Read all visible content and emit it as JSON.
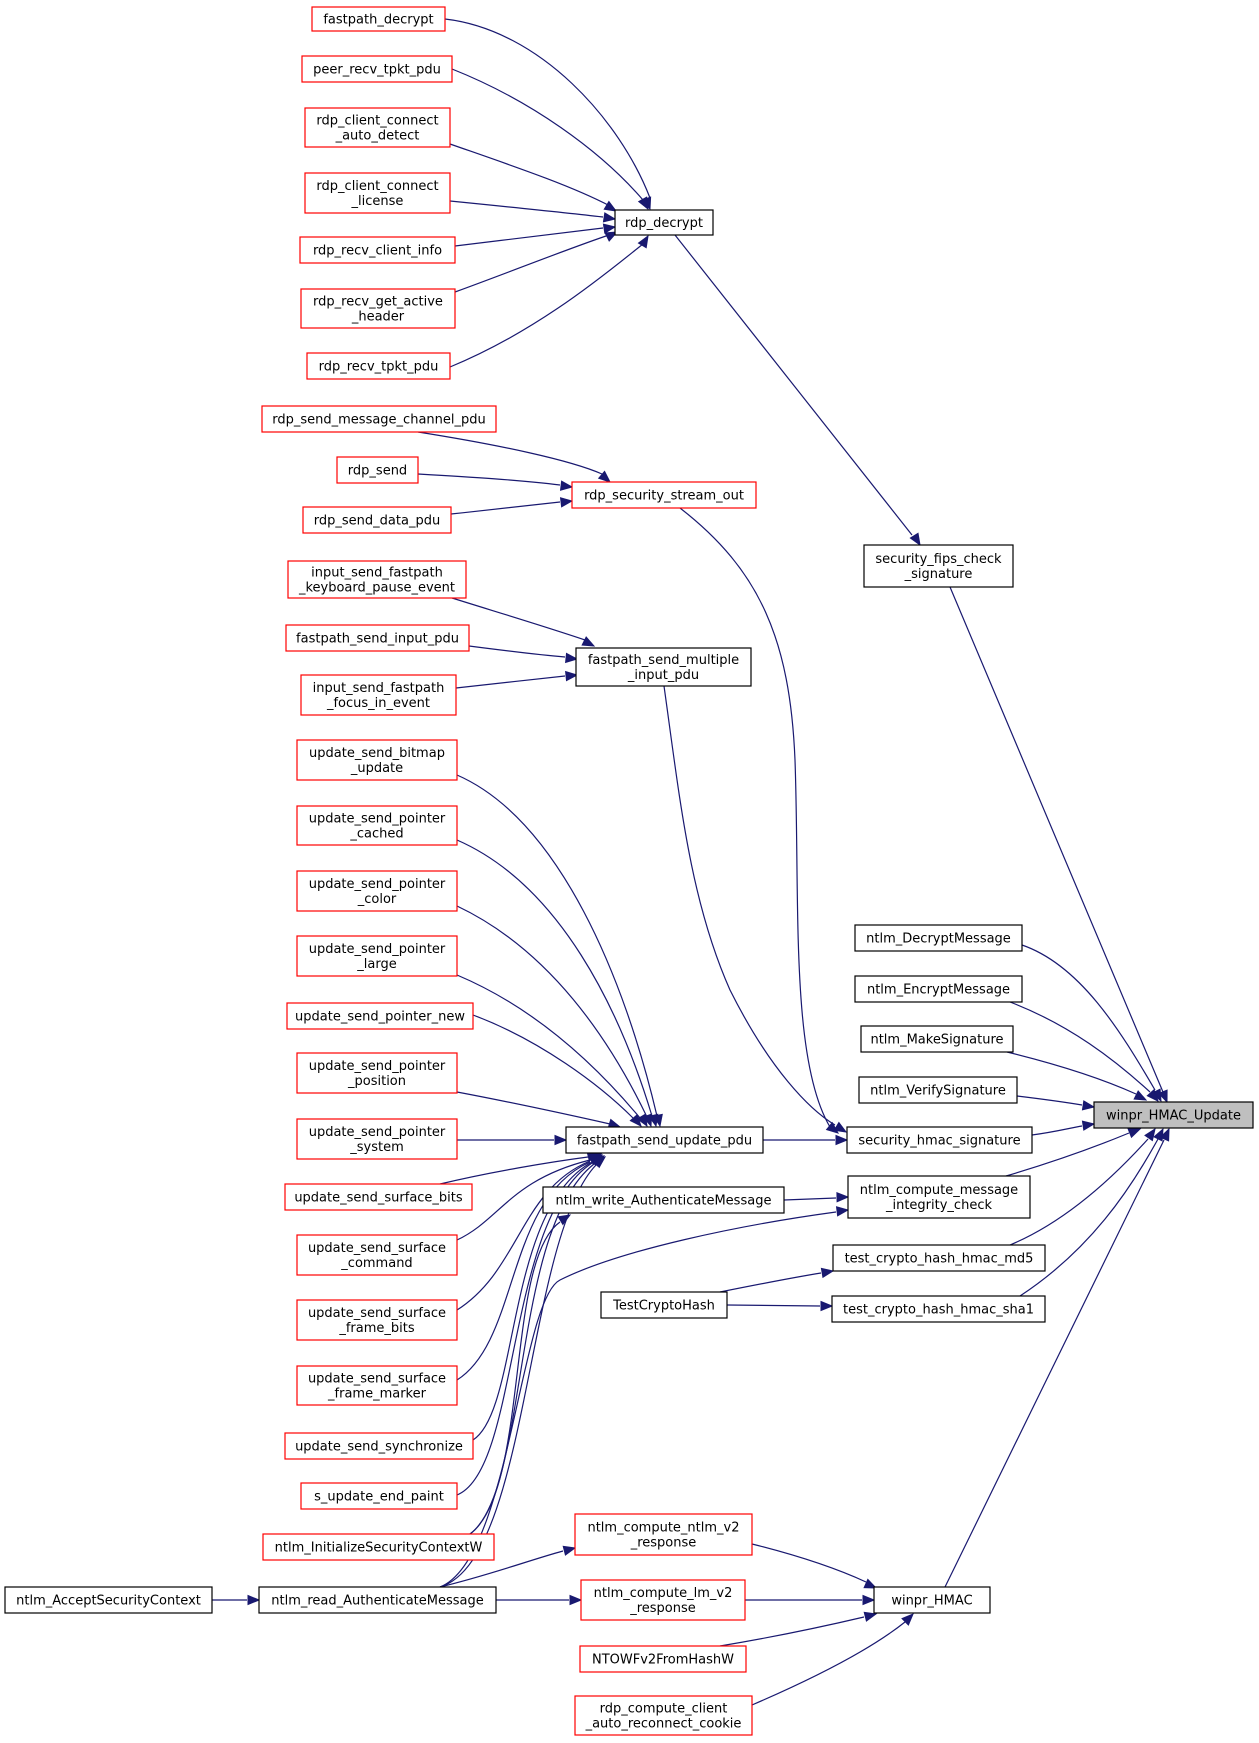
{
  "title": "winpr_HMAC_Update",
  "colors": {
    "edge": "#191970",
    "truncated_border": "#ff0000",
    "normal_border": "#000000",
    "focus_fill": "#bfbfbf"
  },
  "nodes": [
    {
      "id": "fastpath_decrypt",
      "lines": [
        "fastpath_decrypt"
      ],
      "style": "red"
    },
    {
      "id": "peer_recv_tpkt_pdu",
      "lines": [
        "peer_recv_tpkt_pdu"
      ],
      "style": "red"
    },
    {
      "id": "rdp_client_connect_auto_detect",
      "lines": [
        "rdp_client_connect",
        "_auto_detect"
      ],
      "style": "red"
    },
    {
      "id": "rdp_client_connect_license",
      "lines": [
        "rdp_client_connect",
        "_license"
      ],
      "style": "red"
    },
    {
      "id": "rdp_recv_client_info",
      "lines": [
        "rdp_recv_client_info"
      ],
      "style": "red"
    },
    {
      "id": "rdp_recv_get_active_header",
      "lines": [
        "rdp_recv_get_active",
        "_header"
      ],
      "style": "red"
    },
    {
      "id": "rdp_recv_tpkt_pdu",
      "lines": [
        "rdp_recv_tpkt_pdu"
      ],
      "style": "red"
    },
    {
      "id": "rdp_decrypt",
      "lines": [
        "rdp_decrypt"
      ],
      "style": "black"
    },
    {
      "id": "rdp_send_message_channel_pdu",
      "lines": [
        "rdp_send_message_channel_pdu"
      ],
      "style": "red"
    },
    {
      "id": "rdp_send",
      "lines": [
        "rdp_send"
      ],
      "style": "red"
    },
    {
      "id": "rdp_send_data_pdu",
      "lines": [
        "rdp_send_data_pdu"
      ],
      "style": "red"
    },
    {
      "id": "rdp_security_stream_out",
      "lines": [
        "rdp_security_stream_out"
      ],
      "style": "red"
    },
    {
      "id": "security_fips_check_signature",
      "lines": [
        "security_fips_check",
        "_signature"
      ],
      "style": "black"
    },
    {
      "id": "input_send_fastpath_keyboard_pause_event",
      "lines": [
        "input_send_fastpath",
        "_keyboard_pause_event"
      ],
      "style": "red"
    },
    {
      "id": "fastpath_send_input_pdu",
      "lines": [
        "fastpath_send_input_pdu"
      ],
      "style": "red"
    },
    {
      "id": "input_send_fastpath_focus_in_event",
      "lines": [
        "input_send_fastpath",
        "_focus_in_event"
      ],
      "style": "red"
    },
    {
      "id": "fastpath_send_multiple_input_pdu",
      "lines": [
        "fastpath_send_multiple",
        "_input_pdu"
      ],
      "style": "black"
    },
    {
      "id": "update_send_bitmap_update",
      "lines": [
        "update_send_bitmap",
        "_update"
      ],
      "style": "red"
    },
    {
      "id": "update_send_pointer_cached",
      "lines": [
        "update_send_pointer",
        "_cached"
      ],
      "style": "red"
    },
    {
      "id": "update_send_pointer_color",
      "lines": [
        "update_send_pointer",
        "_color"
      ],
      "style": "red"
    },
    {
      "id": "update_send_pointer_large",
      "lines": [
        "update_send_pointer",
        "_large"
      ],
      "style": "red"
    },
    {
      "id": "update_send_pointer_new",
      "lines": [
        "update_send_pointer_new"
      ],
      "style": "red"
    },
    {
      "id": "update_send_pointer_position",
      "lines": [
        "update_send_pointer",
        "_position"
      ],
      "style": "red"
    },
    {
      "id": "update_send_pointer_system",
      "lines": [
        "update_send_pointer",
        "_system"
      ],
      "style": "red"
    },
    {
      "id": "update_send_surface_bits",
      "lines": [
        "update_send_surface_bits"
      ],
      "style": "red"
    },
    {
      "id": "update_send_surface_command",
      "lines": [
        "update_send_surface",
        "_command"
      ],
      "style": "red"
    },
    {
      "id": "update_send_surface_frame_bits",
      "lines": [
        "update_send_surface",
        "_frame_bits"
      ],
      "style": "red"
    },
    {
      "id": "update_send_surface_frame_marker",
      "lines": [
        "update_send_surface",
        "_frame_marker"
      ],
      "style": "red"
    },
    {
      "id": "update_send_synchronize",
      "lines": [
        "update_send_synchronize"
      ],
      "style": "red"
    },
    {
      "id": "s_update_end_paint",
      "lines": [
        "s_update_end_paint"
      ],
      "style": "red"
    },
    {
      "id": "ntlm_InitializeSecurityContextW",
      "lines": [
        "ntlm_InitializeSecurityContextW"
      ],
      "style": "red"
    },
    {
      "id": "fastpath_send_update_pdu",
      "lines": [
        "fastpath_send_update_pdu"
      ],
      "style": "black"
    },
    {
      "id": "ntlm_write_AuthenticateMessage",
      "lines": [
        "ntlm_write_AuthenticateMessage"
      ],
      "style": "black"
    },
    {
      "id": "TestCryptoHash",
      "lines": [
        "TestCryptoHash"
      ],
      "style": "black"
    },
    {
      "id": "ntlm_DecryptMessage",
      "lines": [
        "ntlm_DecryptMessage"
      ],
      "style": "black"
    },
    {
      "id": "ntlm_EncryptMessage",
      "lines": [
        "ntlm_EncryptMessage"
      ],
      "style": "black"
    },
    {
      "id": "ntlm_MakeSignature",
      "lines": [
        "ntlm_MakeSignature"
      ],
      "style": "black"
    },
    {
      "id": "ntlm_VerifySignature",
      "lines": [
        "ntlm_VerifySignature"
      ],
      "style": "black"
    },
    {
      "id": "security_hmac_signature",
      "lines": [
        "security_hmac_signature"
      ],
      "style": "black"
    },
    {
      "id": "ntlm_compute_message_integrity_check",
      "lines": [
        "ntlm_compute_message",
        "_integrity_check"
      ],
      "style": "black"
    },
    {
      "id": "test_crypto_hash_hmac_md5",
      "lines": [
        "test_crypto_hash_hmac_md5"
      ],
      "style": "black"
    },
    {
      "id": "test_crypto_hash_hmac_sha1",
      "lines": [
        "test_crypto_hash_hmac_sha1"
      ],
      "style": "black"
    },
    {
      "id": "winpr_HMAC_Update",
      "lines": [
        "winpr_HMAC_Update"
      ],
      "style": "focus"
    },
    {
      "id": "ntlm_compute_ntlm_v2_response",
      "lines": [
        "ntlm_compute_ntlm_v2",
        "_response"
      ],
      "style": "red"
    },
    {
      "id": "ntlm_compute_lm_v2_response",
      "lines": [
        "ntlm_compute_lm_v2",
        "_response"
      ],
      "style": "red"
    },
    {
      "id": "NTOWFv2FromHashW",
      "lines": [
        "NTOWFv2FromHashW"
      ],
      "style": "red"
    },
    {
      "id": "rdp_compute_client_auto_reconnect_cookie",
      "lines": [
        "rdp_compute_client",
        "_auto_reconnect_cookie"
      ],
      "style": "red"
    },
    {
      "id": "winpr_HMAC",
      "lines": [
        "winpr_HMAC"
      ],
      "style": "black"
    },
    {
      "id": "ntlm_AcceptSecurityContext",
      "lines": [
        "ntlm_AcceptSecurityContext"
      ],
      "style": "black"
    },
    {
      "id": "ntlm_read_AuthenticateMessage",
      "lines": [
        "ntlm_read_AuthenticateMessage"
      ],
      "style": "black"
    }
  ],
  "edges": [
    {
      "from": "fastpath_decrypt",
      "to": "rdp_decrypt"
    },
    {
      "from": "peer_recv_tpkt_pdu",
      "to": "rdp_decrypt"
    },
    {
      "from": "rdp_client_connect_auto_detect",
      "to": "rdp_decrypt"
    },
    {
      "from": "rdp_client_connect_license",
      "to": "rdp_decrypt"
    },
    {
      "from": "rdp_recv_client_info",
      "to": "rdp_decrypt"
    },
    {
      "from": "rdp_recv_get_active_header",
      "to": "rdp_decrypt"
    },
    {
      "from": "rdp_recv_tpkt_pdu",
      "to": "rdp_decrypt"
    },
    {
      "from": "rdp_decrypt",
      "to": "security_fips_check_signature"
    },
    {
      "from": "security_fips_check_signature",
      "to": "winpr_HMAC_Update"
    },
    {
      "from": "rdp_send_message_channel_pdu",
      "to": "rdp_security_stream_out"
    },
    {
      "from": "rdp_send",
      "to": "rdp_security_stream_out"
    },
    {
      "from": "rdp_send_data_pdu",
      "to": "rdp_security_stream_out"
    },
    {
      "from": "rdp_security_stream_out",
      "to": "security_hmac_signature"
    },
    {
      "from": "input_send_fastpath_keyboard_pause_event",
      "to": "fastpath_send_multiple_input_pdu"
    },
    {
      "from": "fastpath_send_input_pdu",
      "to": "fastpath_send_multiple_input_pdu"
    },
    {
      "from": "input_send_fastpath_focus_in_event",
      "to": "fastpath_send_multiple_input_pdu"
    },
    {
      "from": "fastpath_send_multiple_input_pdu",
      "to": "security_hmac_signature"
    },
    {
      "from": "update_send_bitmap_update",
      "to": "fastpath_send_update_pdu"
    },
    {
      "from": "update_send_pointer_cached",
      "to": "fastpath_send_update_pdu"
    },
    {
      "from": "update_send_pointer_color",
      "to": "fastpath_send_update_pdu"
    },
    {
      "from": "update_send_pointer_large",
      "to": "fastpath_send_update_pdu"
    },
    {
      "from": "update_send_pointer_new",
      "to": "fastpath_send_update_pdu"
    },
    {
      "from": "update_send_pointer_position",
      "to": "fastpath_send_update_pdu"
    },
    {
      "from": "update_send_pointer_system",
      "to": "fastpath_send_update_pdu"
    },
    {
      "from": "update_send_surface_bits",
      "to": "fastpath_send_update_pdu"
    },
    {
      "from": "update_send_surface_command",
      "to": "fastpath_send_update_pdu"
    },
    {
      "from": "update_send_surface_frame_bits",
      "to": "fastpath_send_update_pdu"
    },
    {
      "from": "update_send_surface_frame_marker",
      "to": "fastpath_send_update_pdu"
    },
    {
      "from": "update_send_synchronize",
      "to": "fastpath_send_update_pdu"
    },
    {
      "from": "s_update_end_paint",
      "to": "fastpath_send_update_pdu"
    },
    {
      "from": "ntlm_InitializeSecurityContextW",
      "to": "fastpath_send_update_pdu"
    },
    {
      "from": "ntlm_read_AuthenticateMessage",
      "to": "fastpath_send_update_pdu"
    },
    {
      "from": "fastpath_send_update_pdu",
      "to": "security_hmac_signature"
    },
    {
      "from": "ntlm_DecryptMessage",
      "to": "winpr_HMAC_Update"
    },
    {
      "from": "ntlm_EncryptMessage",
      "to": "winpr_HMAC_Update"
    },
    {
      "from": "ntlm_MakeSignature",
      "to": "winpr_HMAC_Update"
    },
    {
      "from": "ntlm_VerifySignature",
      "to": "winpr_HMAC_Update"
    },
    {
      "from": "security_hmac_signature",
      "to": "winpr_HMAC_Update"
    },
    {
      "from": "ntlm_compute_message_integrity_check",
      "to": "winpr_HMAC_Update"
    },
    {
      "from": "test_crypto_hash_hmac_md5",
      "to": "winpr_HMAC_Update"
    },
    {
      "from": "test_crypto_hash_hmac_sha1",
      "to": "winpr_HMAC_Update"
    },
    {
      "from": "winpr_HMAC",
      "to": "winpr_HMAC_Update"
    },
    {
      "from": "ntlm_write_AuthenticateMessage",
      "to": "ntlm_compute_message_integrity_check"
    },
    {
      "from": "ntlm_read_AuthenticateMessage",
      "to": "ntlm_compute_message_integrity_check"
    },
    {
      "from": "ntlm_InitializeSecurityContextW",
      "to": "ntlm_write_AuthenticateMessage"
    },
    {
      "from": "TestCryptoHash",
      "to": "test_crypto_hash_hmac_md5"
    },
    {
      "from": "TestCryptoHash",
      "to": "test_crypto_hash_hmac_sha1"
    },
    {
      "from": "ntlm_compute_ntlm_v2_response",
      "to": "winpr_HMAC"
    },
    {
      "from": "ntlm_compute_lm_v2_response",
      "to": "winpr_HMAC"
    },
    {
      "from": "NTOWFv2FromHashW",
      "to": "winpr_HMAC"
    },
    {
      "from": "rdp_compute_client_auto_reconnect_cookie",
      "to": "winpr_HMAC"
    },
    {
      "from": "ntlm_read_AuthenticateMessage",
      "to": "ntlm_compute_ntlm_v2_response"
    },
    {
      "from": "ntlm_read_AuthenticateMessage",
      "to": "ntlm_compute_lm_v2_response"
    },
    {
      "from": "ntlm_AcceptSecurityContext",
      "to": "ntlm_read_AuthenticateMessage"
    }
  ]
}
